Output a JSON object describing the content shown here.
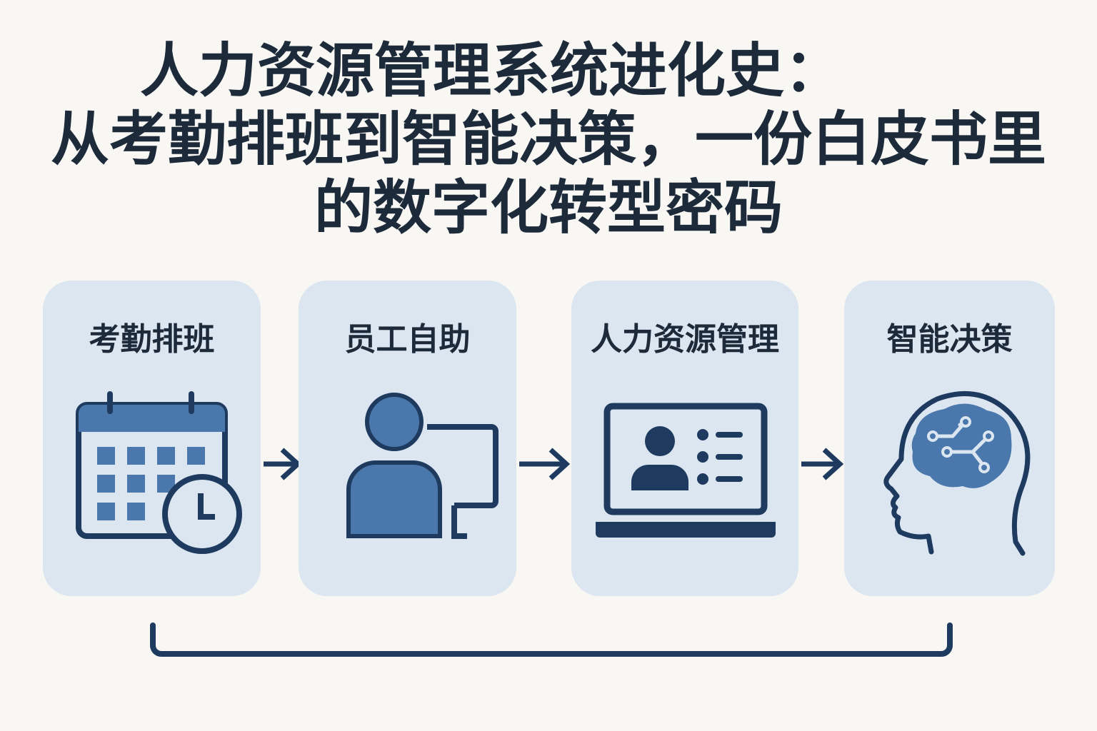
{
  "title": {
    "lines": [
      "人力资源管理系统进化史：",
      "从考勤排班到智能决策，一份白皮书里",
      "的数字化转型密码"
    ]
  },
  "stages": [
    {
      "label": "考勤排班",
      "icon": "calendar-clock-icon"
    },
    {
      "label": "员工自助",
      "icon": "person-terminal-icon"
    },
    {
      "label": "人力资源管理",
      "icon": "laptop-profile-icon"
    },
    {
      "label": "智能决策",
      "icon": "brain-head-icon"
    }
  ],
  "colors": {
    "background": "#f8f7f3",
    "card": "#dbe6f1",
    "navy": "#1e3a5f",
    "blue": "#4a78ac"
  }
}
